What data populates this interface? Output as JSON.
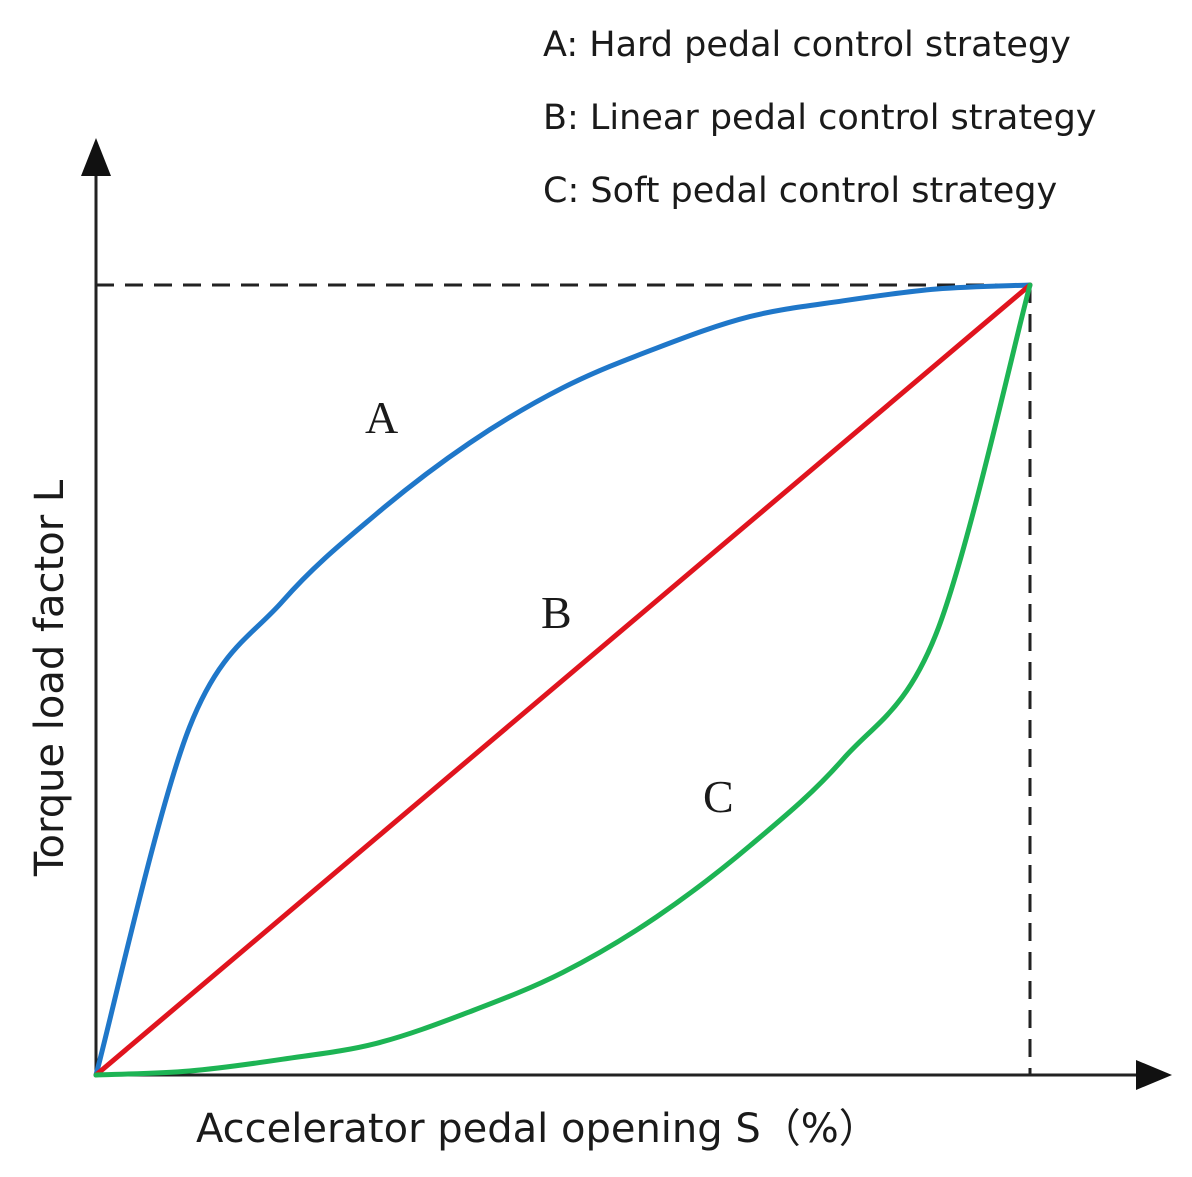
{
  "chart_data": {
    "type": "line",
    "title": "",
    "xlabel": "Accelerator pedal opening S（%）",
    "ylabel": "Torque load factor L",
    "xlim": [
      0,
      1
    ],
    "ylim": [
      0,
      1
    ],
    "grid": false,
    "legend_position": "top-right",
    "reference_lines": {
      "x": 1,
      "y": 1,
      "style": "dashed"
    },
    "legend": [
      "A: Hard pedal control strategy",
      "B: Linear pedal control strategy",
      "C: Soft pedal control strategy"
    ],
    "series": [
      {
        "name": "A",
        "color": "#1f77c9",
        "x": [
          0,
          0.1,
          0.2,
          0.3,
          0.4,
          0.5,
          0.6,
          0.7,
          0.8,
          0.9,
          1
        ],
        "y": [
          0,
          0.44,
          0.6,
          0.71,
          0.8,
          0.87,
          0.92,
          0.96,
          0.98,
          0.995,
          1
        ]
      },
      {
        "name": "B",
        "color": "#e0141e",
        "x": [
          0,
          0.1,
          0.2,
          0.3,
          0.4,
          0.5,
          0.6,
          0.7,
          0.8,
          0.9,
          1
        ],
        "y": [
          0,
          0.1,
          0.2,
          0.3,
          0.4,
          0.5,
          0.6,
          0.7,
          0.8,
          0.9,
          1
        ]
      },
      {
        "name": "C",
        "color": "#1db454",
        "x": [
          0,
          0.1,
          0.2,
          0.3,
          0.4,
          0.5,
          0.6,
          0.7,
          0.8,
          0.9,
          1
        ],
        "y": [
          0,
          0.005,
          0.02,
          0.04,
          0.08,
          0.13,
          0.2,
          0.29,
          0.4,
          0.56,
          1
        ]
      }
    ]
  }
}
